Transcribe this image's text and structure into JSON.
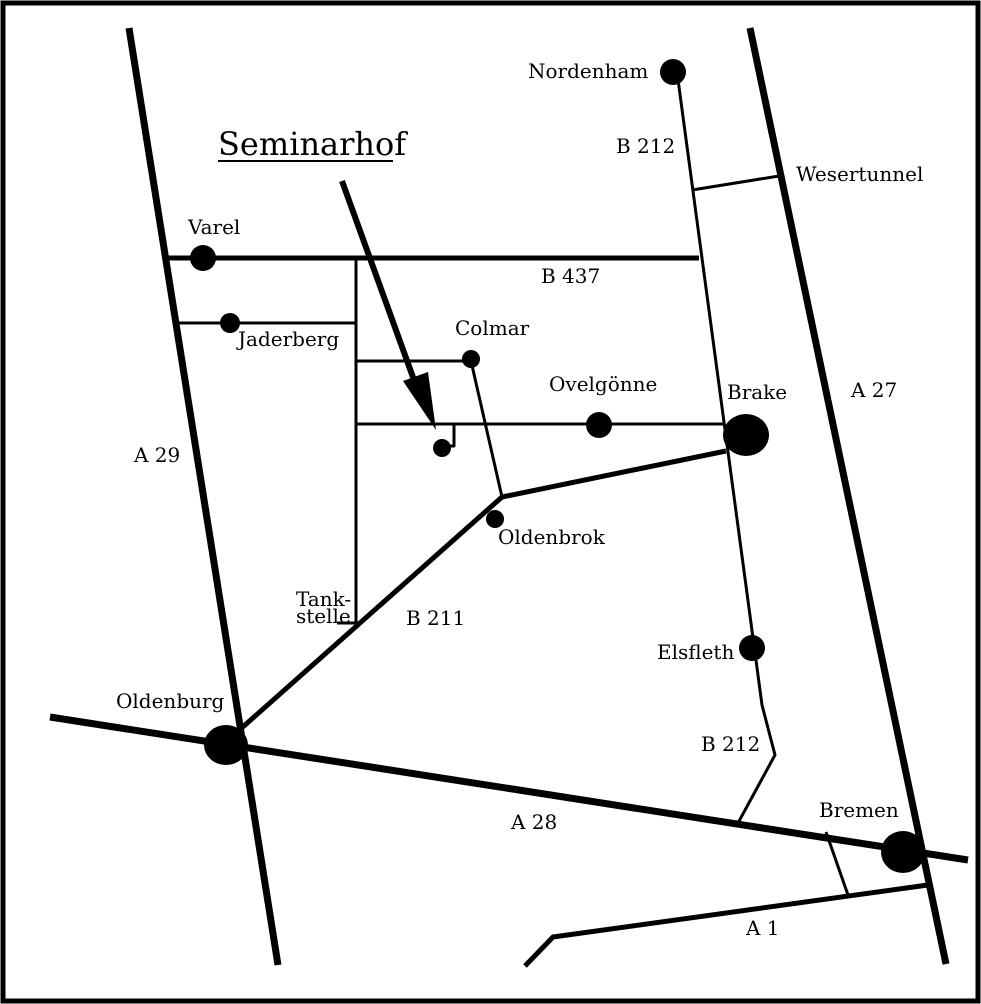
{
  "title": "Seminarhof",
  "colors": {
    "ink": "#000000",
    "background": "#ffffff"
  },
  "towns": {
    "nordenham": "Nordenham",
    "wesertunnel": "Wesertunnel",
    "varel": "Varel",
    "jaderberg": "Jaderberg",
    "colmar": "Colmar",
    "ovelgoenne": "Ovelgönne",
    "brake": "Brake",
    "oldenbrok": "Oldenbrok",
    "tankstelle_1": "Tank-",
    "tankstelle_2": "stelle",
    "elsfleth": "Elsfleth",
    "oldenburg": "Oldenburg",
    "bremen": "Bremen"
  },
  "roads": {
    "b212_north": "B 212",
    "b212_south": "B 212",
    "b437": "B 437",
    "a27": "A 27",
    "a29": "A 29",
    "b211": "B 211",
    "a28": "A 28",
    "a1": "A 1"
  }
}
